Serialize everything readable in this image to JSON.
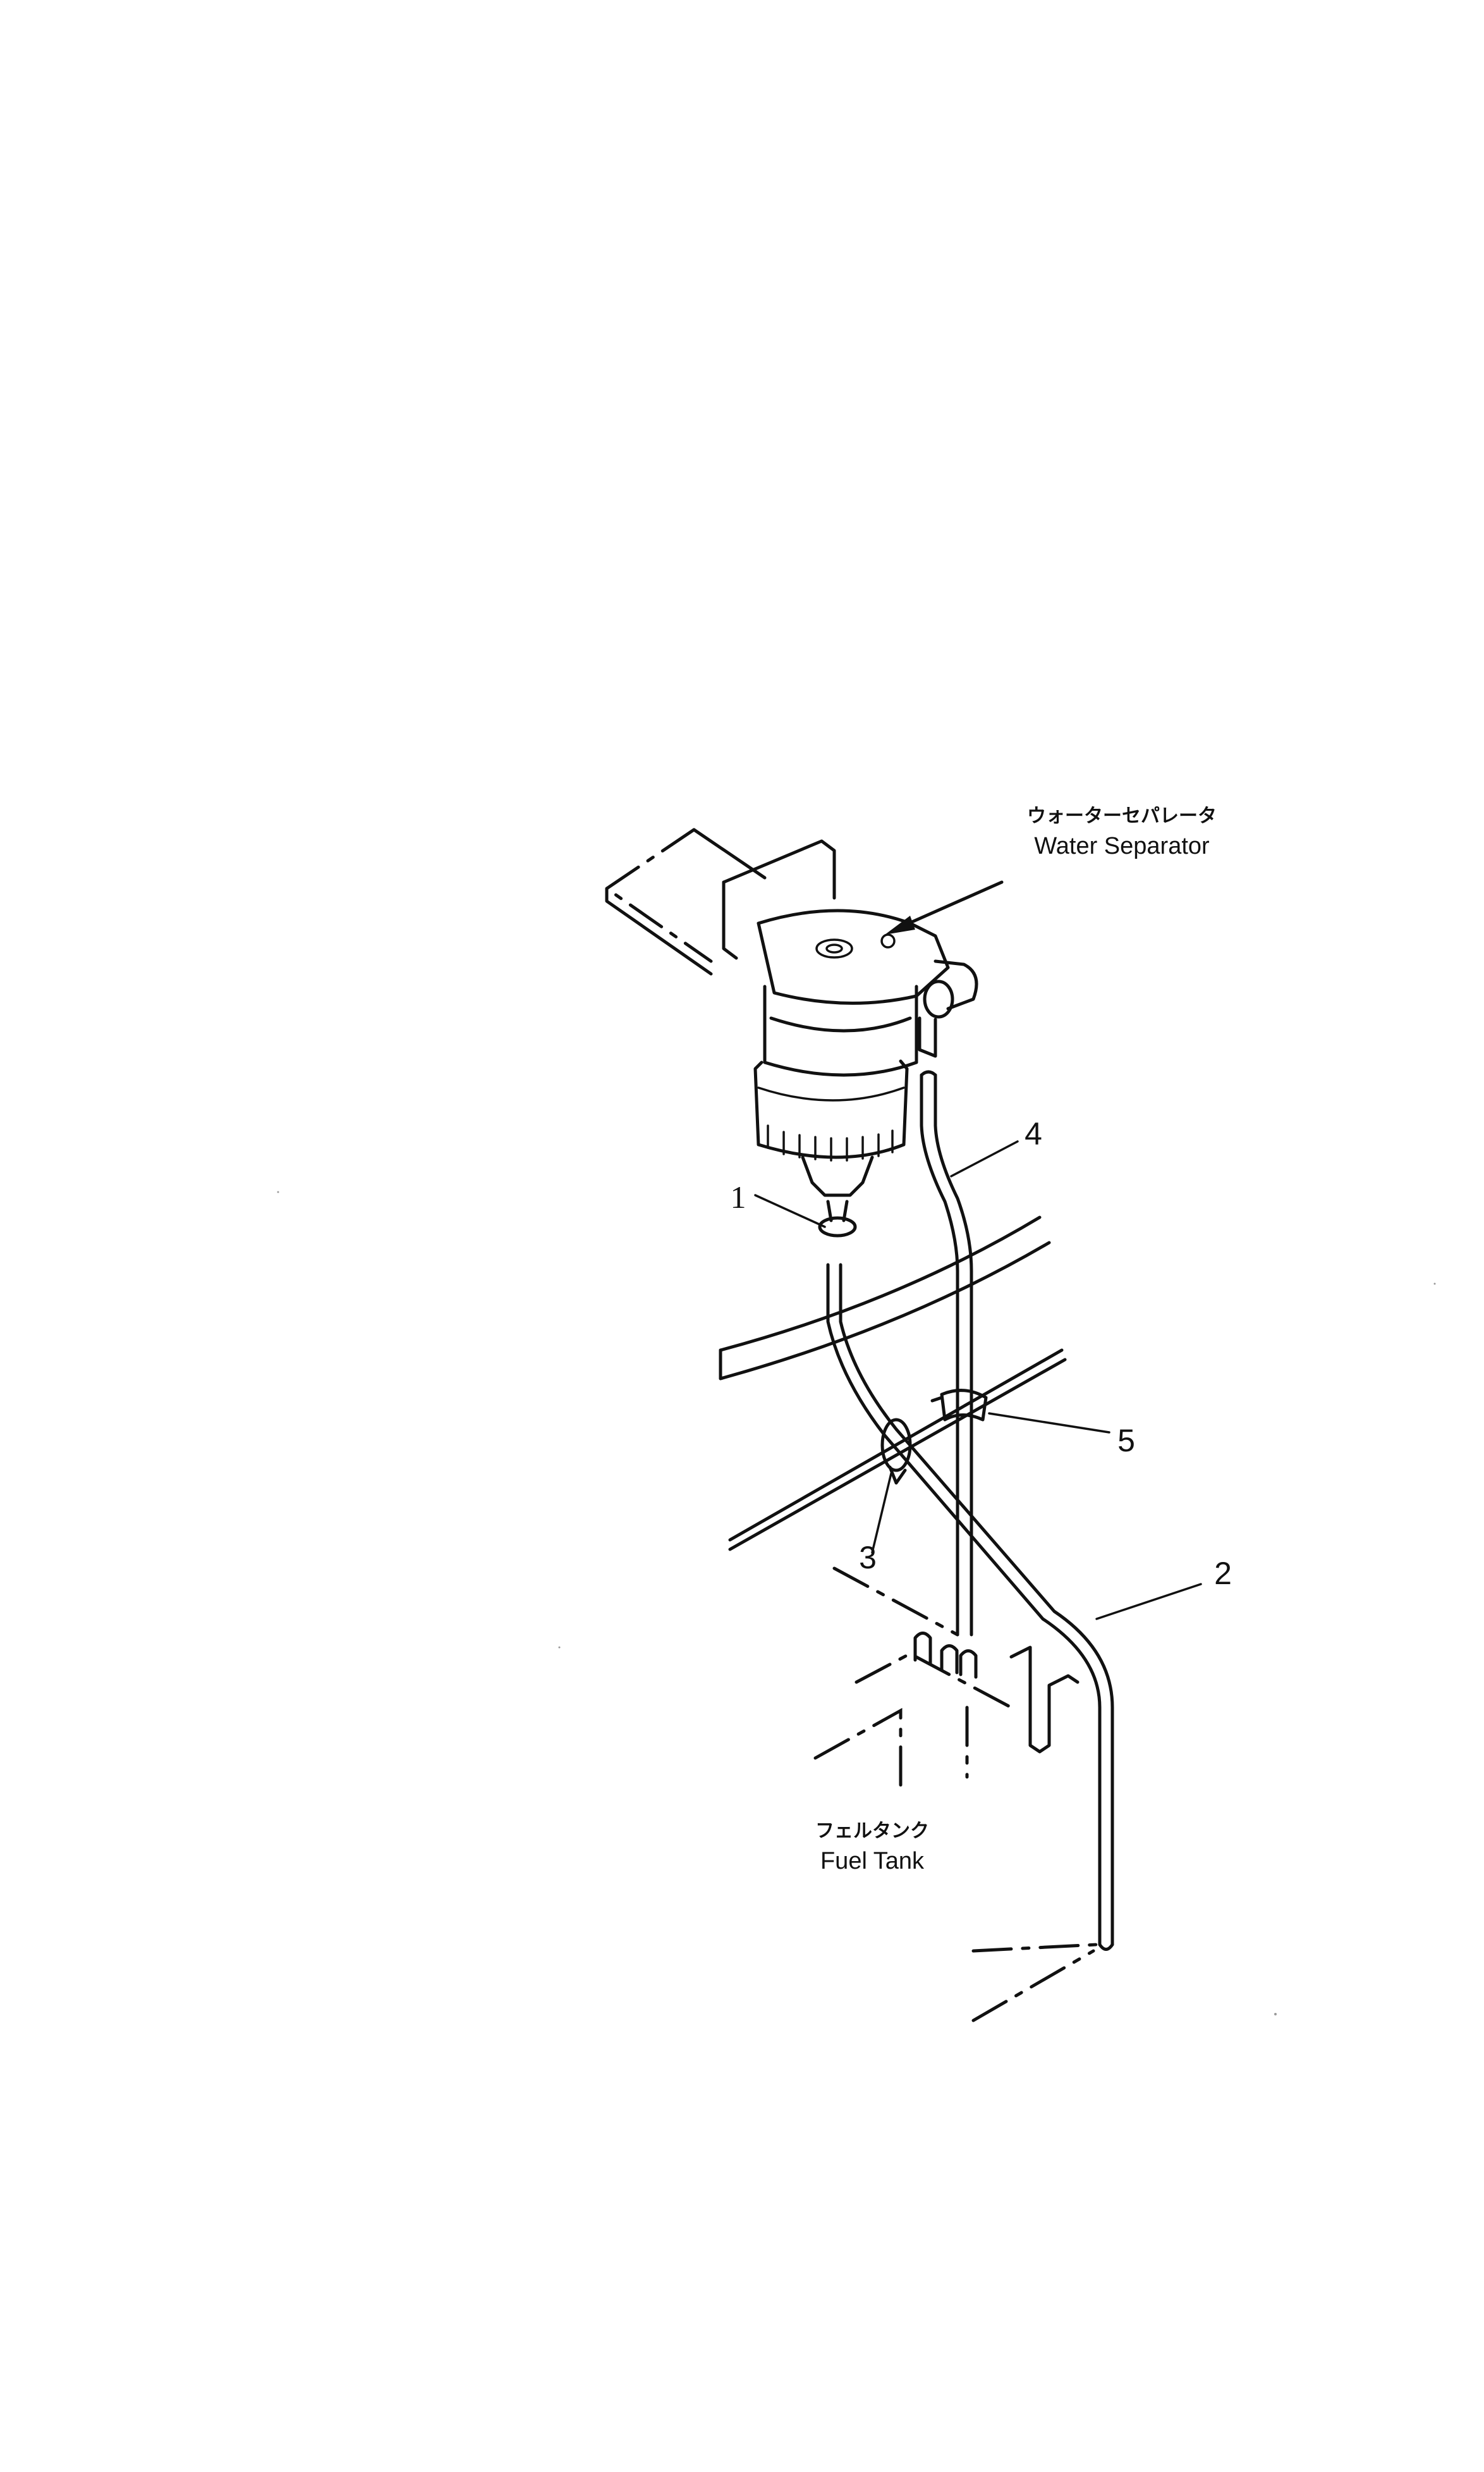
{
  "labels": {
    "water_separator_ja": "ウォーターセパレータ",
    "water_separator_en": "Water Separator",
    "fuel_tank_ja": "フェルタンク",
    "fuel_tank_en": "Fuel Tank"
  },
  "callouts": {
    "c1": "1",
    "c2": "2",
    "c3": "3",
    "c4": "4",
    "c5": "5"
  }
}
